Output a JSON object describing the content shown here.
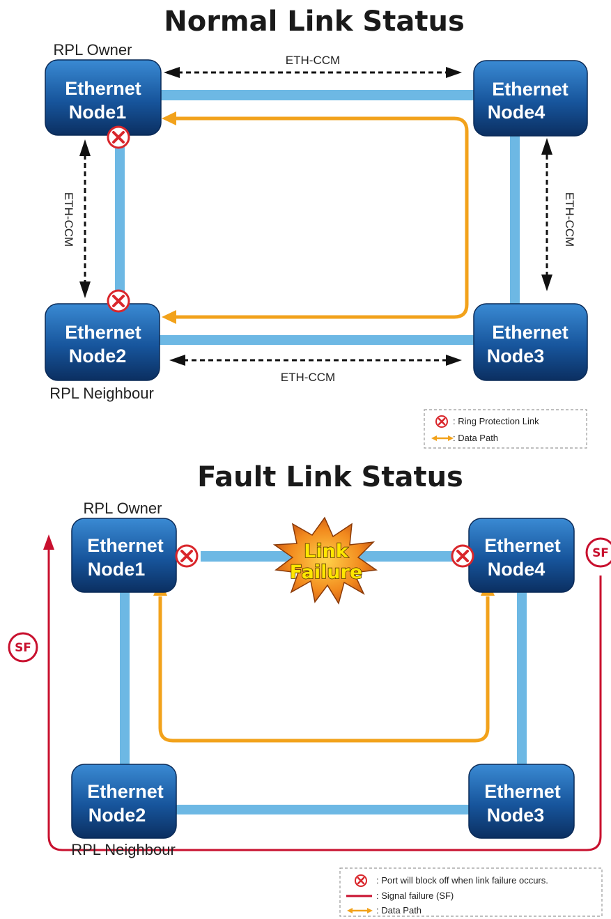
{
  "normal": {
    "title": "Normal Link Status",
    "owner_label": "RPL Owner",
    "neighbour_label": "RPL Neighbour",
    "nodes": [
      {
        "line1": "Ethernet",
        "line2": "Node1"
      },
      {
        "line1": "Ethernet",
        "line2": "Node4"
      },
      {
        "line1": "Ethernet",
        "line2": "Node2"
      },
      {
        "line1": "Ethernet",
        "line2": "Node3"
      }
    ],
    "ccm_top": "ETH-CCM",
    "ccm_bottom": "ETH-CCM",
    "ccm_left": "ETH-CCM",
    "ccm_right": "ETH-CCM",
    "legend": {
      "ring_protection": ": Ring Protection Link",
      "data_path": ": Data Path"
    }
  },
  "fault": {
    "title": "Fault Link Status",
    "owner_label": "RPL Owner",
    "neighbour_label": "RPL Neighbour",
    "nodes": [
      {
        "line1": "Ethernet",
        "line2": "Node1"
      },
      {
        "line1": "Ethernet",
        "line2": "Node4"
      },
      {
        "line1": "Ethernet",
        "line2": "Node2"
      },
      {
        "line1": "Ethernet",
        "line2": "Node3"
      }
    ],
    "burst_line1": "Link",
    "burst_line2": "Failure",
    "sf_label": "SF",
    "legend": {
      "block": ": Port will block off when link failure occurs.",
      "signal_failure": ": Signal failure (SF)",
      "data_path": ": Data Path"
    }
  },
  "colors": {
    "node_top": "#2f7fc8",
    "node_bottom": "#0d3a73",
    "link": "#6db8e4",
    "data_path": "#f2a21b",
    "signal_failure": "#c8102e",
    "block_marker": "#d9262b"
  },
  "icons": {
    "block": "x-circle-icon",
    "signal_failure": "sf-circle-icon"
  }
}
